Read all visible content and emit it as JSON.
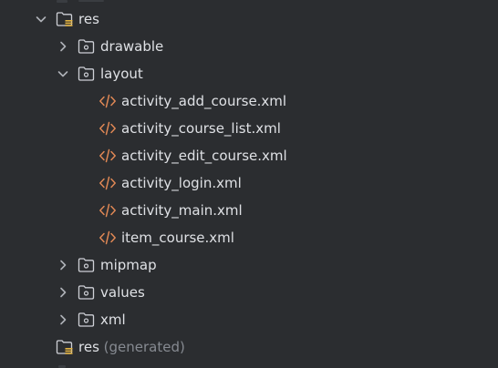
{
  "tree": {
    "nodes": [
      {
        "name": "res",
        "suffix": "",
        "type": "res-folder",
        "expanded": true,
        "depth": 0
      },
      {
        "name": "drawable",
        "suffix": "",
        "type": "folder",
        "expanded": false,
        "depth": 1
      },
      {
        "name": "layout",
        "suffix": "",
        "type": "folder",
        "expanded": true,
        "depth": 1
      },
      {
        "name": "activity_add_course.xml",
        "suffix": "",
        "type": "xml-file",
        "depth": 2
      },
      {
        "name": "activity_course_list.xml",
        "suffix": "",
        "type": "xml-file",
        "depth": 2
      },
      {
        "name": "activity_edit_course.xml",
        "suffix": "",
        "type": "xml-file",
        "depth": 2
      },
      {
        "name": "activity_login.xml",
        "suffix": "",
        "type": "xml-file",
        "depth": 2
      },
      {
        "name": "activity_main.xml",
        "suffix": "",
        "type": "xml-file",
        "depth": 2
      },
      {
        "name": "item_course.xml",
        "suffix": "",
        "type": "xml-file",
        "depth": 2
      },
      {
        "name": "mipmap",
        "suffix": "",
        "type": "folder",
        "expanded": false,
        "depth": 1
      },
      {
        "name": "values",
        "suffix": "",
        "type": "folder",
        "expanded": false,
        "depth": 1
      },
      {
        "name": "xml",
        "suffix": "",
        "type": "folder",
        "expanded": false,
        "depth": 1
      },
      {
        "name": "res",
        "suffix": "(generated)",
        "type": "res-folder",
        "depth": 0
      }
    ]
  },
  "colors": {
    "background": "#2b2d30",
    "text": "#dfe1e5",
    "secondary_text": "#868a91",
    "xml_icon": "#e08855",
    "folder_icon": "#ced0d6",
    "res_marker": "#e3b341",
    "chevron": "#aeb1b7"
  },
  "icons": {
    "expanded": "chevron-down-icon",
    "collapsed": "chevron-right-icon",
    "folder": "folder-icon",
    "res_folder": "resource-folder-icon",
    "xml": "xml-file-icon"
  }
}
